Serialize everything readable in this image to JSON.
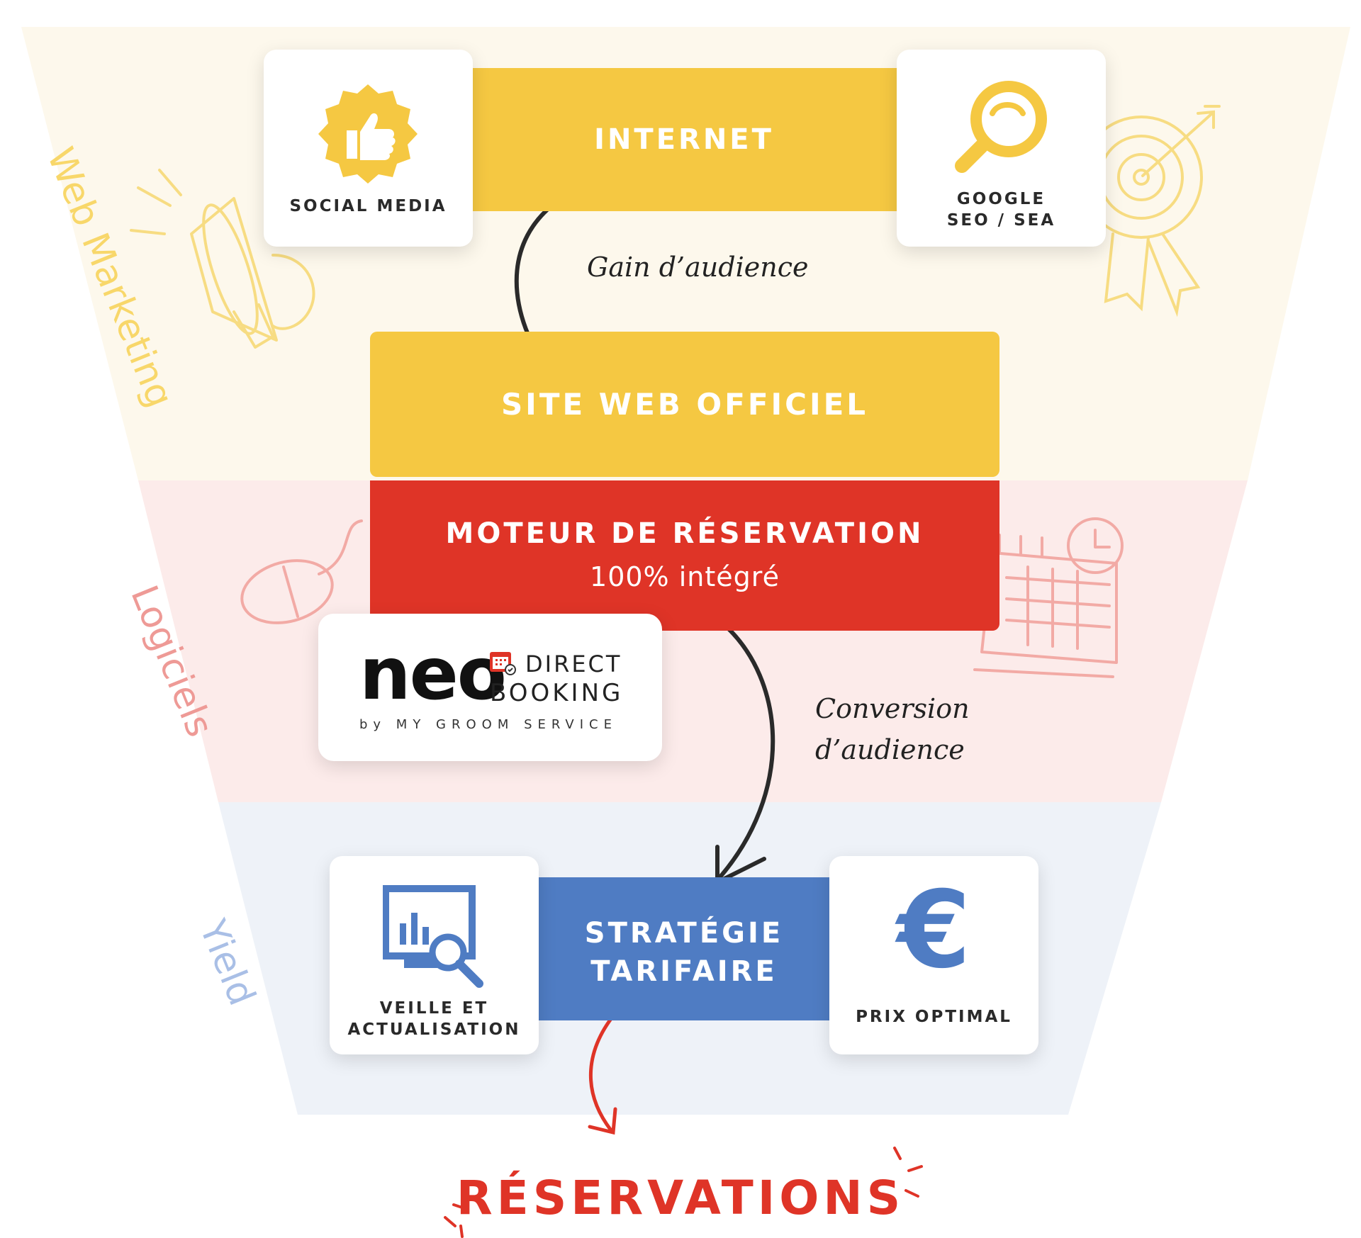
{
  "funnel": {
    "sections": [
      {
        "label": "Web Marketing",
        "color": "#f8d76a",
        "bg": "#fdf8ec"
      },
      {
        "label": "Logiciels",
        "color": "#ee9a96",
        "bg": "#fcebea"
      },
      {
        "label": "Yield",
        "color": "#a9bfe6",
        "bg": "#eef2f8"
      }
    ]
  },
  "web_marketing": {
    "social_media": {
      "label": "SOCIAL MEDIA",
      "icon": "thumbs-up-badge-icon"
    },
    "internet": {
      "label": "INTERNET"
    },
    "google": {
      "line1": "GOOGLE",
      "line2": "SEO / SEA",
      "icon": "magnifier-icon"
    },
    "arrow_label": "Gain d’audience",
    "site_web": {
      "label": "SITE WEB OFFICIEL"
    }
  },
  "logiciels": {
    "moteur": {
      "title": "MOTEUR DE RÉSERVATION",
      "subtitle": "100% intégré"
    },
    "neo": {
      "brand": "neo",
      "line1": "DIRECT",
      "line2": "BOOKING",
      "by": "by MY GROOM SERVICE"
    },
    "arrow_label_1": "Conversion",
    "arrow_label_2": "d’audience"
  },
  "yield": {
    "veille": {
      "line1": "VEILLE ET",
      "line2": "ACTUALISATION",
      "icon": "analytics-monitor-icon"
    },
    "strategie": {
      "line1": "STRATÉGIE",
      "line2": "TARIFAIRE"
    },
    "prix": {
      "label": "PRIX OPTIMAL",
      "icon": "euro-icon"
    }
  },
  "result": {
    "label": "RÉSERVATIONS"
  },
  "colors": {
    "yellow": "#f5c842",
    "red": "#df3427",
    "blue": "#4f7cc3",
    "dark": "#2a2a2a"
  }
}
